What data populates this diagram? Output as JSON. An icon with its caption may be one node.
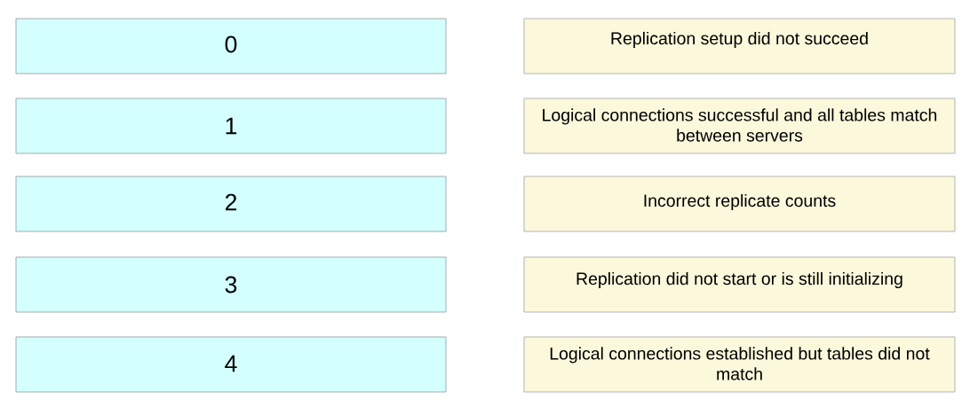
{
  "diagram": {
    "nodes": [
      {
        "text": [
          "0"
        ]
      },
      {
        "text": [
          "Replication setup did not succeed"
        ]
      },
      {
        "text": [
          "1"
        ]
      },
      {
        "text": [
          "Logical connections successful and all tables match between servers"
        ]
      },
      {
        "text": [
          "2"
        ]
      },
      {
        "text": [
          "Incorrect replicate counts"
        ]
      },
      {
        "text": [
          "3"
        ]
      },
      {
        "text": [
          "Replication did not start or is still initializing"
        ]
      },
      {
        "text": [
          "4"
        ]
      },
      {
        "text": [
          "Logical connections established but tables did not match"
        ]
      }
    ]
  }
}
